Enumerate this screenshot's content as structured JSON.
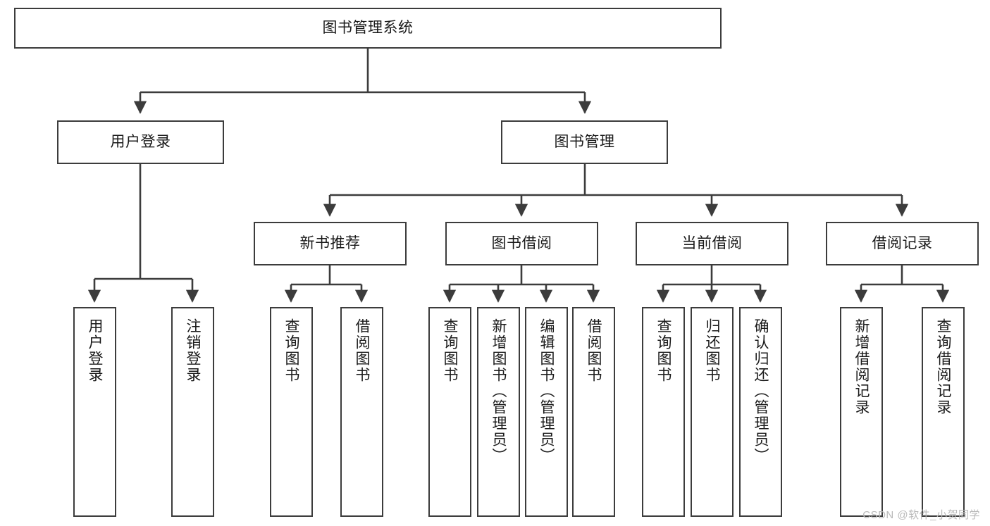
{
  "diagram": {
    "title": "图书管理系统",
    "type": "tree-hierarchy-diagram",
    "colors": {
      "box_border": "#3c3c3c",
      "box_fill": "#ffffff",
      "connector": "#3c3c3c",
      "text": "#1a1a1a",
      "watermark": "#b9b9b9",
      "background": "#ffffff"
    },
    "root": {
      "label": "图书管理系统"
    },
    "level2": [
      {
        "label": "用户登录"
      },
      {
        "label": "图书管理"
      }
    ],
    "level3": [
      {
        "label": "新书推荐"
      },
      {
        "label": "图书借阅"
      },
      {
        "label": "当前借阅"
      },
      {
        "label": "借阅记录"
      }
    ],
    "leaves": {
      "user_login": [
        {
          "label": "用户登录"
        },
        {
          "label": "注销登录"
        }
      ],
      "new_book_recommend": [
        {
          "label": "查询图书"
        },
        {
          "label": "借阅图书"
        }
      ],
      "book_borrow": [
        {
          "label": "查询图书"
        },
        {
          "label": "新增图书（管理员）"
        },
        {
          "label": "编辑图书（管理员）"
        },
        {
          "label": "借阅图书"
        }
      ],
      "current_borrow": [
        {
          "label": "查询图书"
        },
        {
          "label": "归还图书"
        },
        {
          "label": "确认归还（管理员）"
        }
      ],
      "borrow_record": [
        {
          "label": "新增借阅记录"
        },
        {
          "label": "查询借阅记录"
        }
      ]
    }
  },
  "watermark": {
    "text": "CSDN @软件_小贺同学"
  }
}
